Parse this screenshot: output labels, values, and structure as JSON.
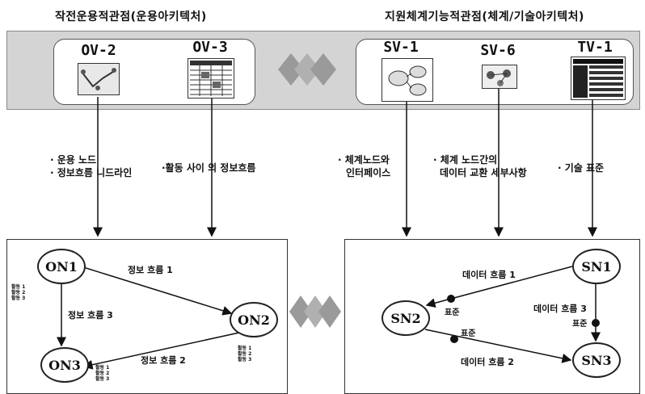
{
  "headers": {
    "left": "작전운용적관점(운용아키텍처)",
    "right": "지원체계기능적관점(체계/기술아키텍처)"
  },
  "views": {
    "ov2": "OV-2",
    "ov3": "OV-3",
    "sv1": "SV-1",
    "sv6": "SV-6",
    "tv1": "TV-1"
  },
  "descriptions": {
    "ov2": {
      "line1": "· 운용 노드",
      "line2": "· 정보흐름 니드라인"
    },
    "ov3": {
      "line1": "·활동 사이 의 정보흐름"
    },
    "sv1": {
      "line1": "· 체계노드와",
      "line2": "인터페이스"
    },
    "sv6": {
      "line1": "· 체계 노드간의",
      "line2": "데이터 교환 세부사항"
    },
    "tv1": {
      "line1": "· 기술 표준"
    }
  },
  "operational": {
    "nodes": {
      "on1": "ON1",
      "on2": "ON2",
      "on3": "ON3"
    },
    "flows": {
      "f1": "정보 흐름 1",
      "f2": "정보 흐름 2",
      "f3": "정보 흐름 3"
    },
    "activities": {
      "a1": "활동 1",
      "a2": "활동 2",
      "a3": "활동 3"
    }
  },
  "system": {
    "nodes": {
      "sn1": "SN1",
      "sn2": "SN2",
      "sn3": "SN3"
    },
    "flows": {
      "d1": "데이터 흐름 1",
      "d2": "데이터 흐름 2",
      "d3": "데이터 흐름 3"
    },
    "standard": "표준"
  }
}
